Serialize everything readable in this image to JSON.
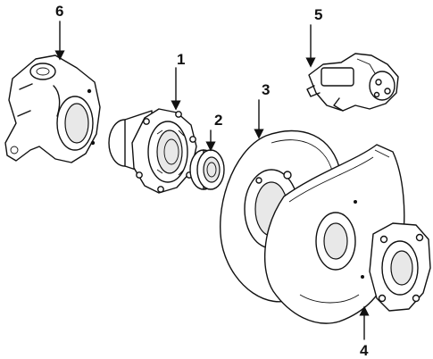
{
  "diagram": {
    "callouts": [
      {
        "id": "knuckle",
        "label": "6"
      },
      {
        "id": "hub",
        "label": "1"
      },
      {
        "id": "bearing",
        "label": "2"
      },
      {
        "id": "rotor",
        "label": "3"
      },
      {
        "id": "caliper",
        "label": "5"
      },
      {
        "id": "shield",
        "label": "4"
      }
    ]
  },
  "colors": {
    "line": "#111111",
    "background": "#ffffff"
  }
}
